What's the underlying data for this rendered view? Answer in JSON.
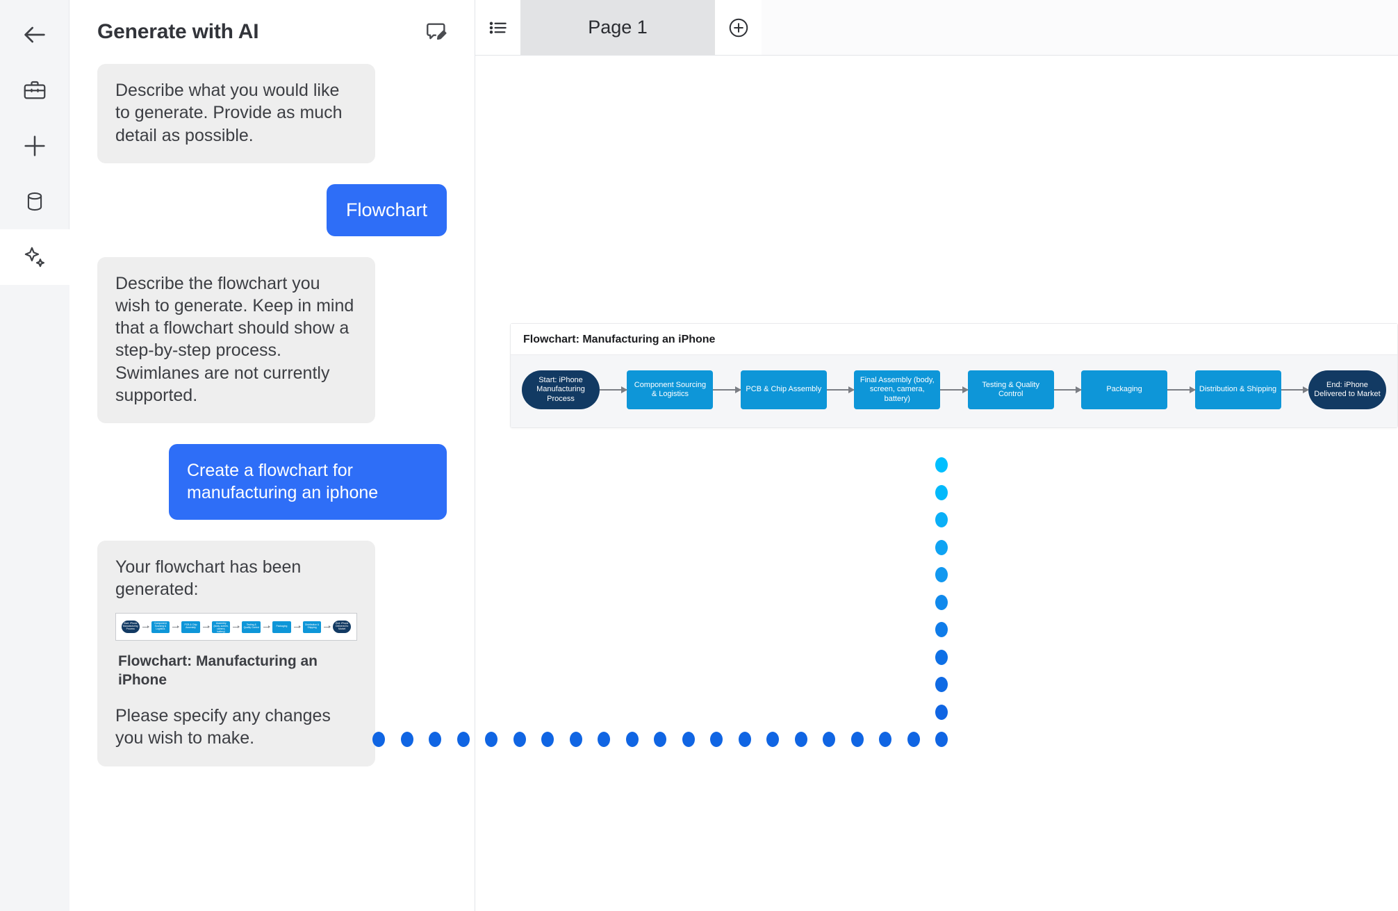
{
  "sidebar": {
    "items": [
      {
        "icon": "back-arrow-icon",
        "name": "back-button",
        "selected": false
      },
      {
        "icon": "briefcase-icon",
        "name": "workspace-button",
        "selected": false
      },
      {
        "icon": "plus-icon",
        "name": "new-item-button",
        "selected": false
      },
      {
        "icon": "database-icon",
        "name": "data-button",
        "selected": false
      },
      {
        "icon": "sparkles-icon",
        "name": "generate-with-ai-button",
        "selected": true
      }
    ]
  },
  "chat": {
    "title": "Generate with AI",
    "header_icon": "new-chat-edit-icon",
    "messages": [
      {
        "role": "bot",
        "text": "Describe what you would like to generate. Provide as much detail as possible."
      },
      {
        "role": "user",
        "text": "Flowchart"
      },
      {
        "role": "bot",
        "text": "Describe the flowchart you wish to generate. Keep in mind that a flowchart should show a step-by-step process. Swimlanes are not currently supported."
      },
      {
        "role": "user",
        "text": "Create a flowchart  for manufacturing an iphone"
      }
    ],
    "result": {
      "intro": "Your flowchart has been generated:",
      "caption": "Flowchart: Manufacturing an iPhone",
      "footer": "Please specify any changes you wish to make."
    }
  },
  "tabs": {
    "list_icon": "list-view-icon",
    "pages": [
      {
        "label": "Page 1",
        "active": true
      }
    ],
    "add_icon": "add-page-icon"
  },
  "chart_data": {
    "type": "flowchart",
    "title": "Flowchart: Manufacturing an iPhone",
    "orientation": "left-to-right",
    "nodes": [
      {
        "id": "n1",
        "label": "Start: iPhone Manufacturing Process",
        "shape": "terminator",
        "color": "#123a63"
      },
      {
        "id": "n2",
        "label": "Component Sourcing & Logistics",
        "shape": "process",
        "color": "#0e96d8"
      },
      {
        "id": "n3",
        "label": "PCB & Chip Assembly",
        "shape": "process",
        "color": "#0e96d8"
      },
      {
        "id": "n4",
        "label": "Final Assembly (body, screen, camera, battery)",
        "shape": "process",
        "color": "#0e96d8"
      },
      {
        "id": "n5",
        "label": "Testing & Quality Control",
        "shape": "process",
        "color": "#0e96d8"
      },
      {
        "id": "n6",
        "label": "Packaging",
        "shape": "process",
        "color": "#0e96d8"
      },
      {
        "id": "n7",
        "label": "Distribution & Shipping",
        "shape": "process",
        "color": "#0e96d8"
      },
      {
        "id": "n8",
        "label": "End: iPhone Delivered to Market",
        "shape": "terminator",
        "color": "#123a63"
      }
    ],
    "edges": [
      {
        "from": "n1",
        "to": "n2"
      },
      {
        "from": "n2",
        "to": "n3"
      },
      {
        "from": "n3",
        "to": "n4"
      },
      {
        "from": "n4",
        "to": "n5"
      },
      {
        "from": "n5",
        "to": "n6"
      },
      {
        "from": "n6",
        "to": "n7"
      },
      {
        "from": "n7",
        "to": "n8"
      }
    ]
  },
  "guides": {
    "vertical_dots": [
      "#00bfff",
      "#03b9fb",
      "#0aaff7",
      "#0fa3f3",
      "#1298f0",
      "#1089ec",
      "#0f7ce9",
      "#0e70e6",
      "#0f6ae4",
      "#1065e3",
      "#1065e3"
    ],
    "horizontal_dot_color": "#1065e3",
    "horizontal_count": 21
  },
  "colors": {
    "accent_blue": "#2e6ef7",
    "node_dark": "#123a63",
    "node_light": "#0e96d8",
    "bubble_gray": "#eeeeee",
    "rail_gray": "#f4f5f7"
  }
}
